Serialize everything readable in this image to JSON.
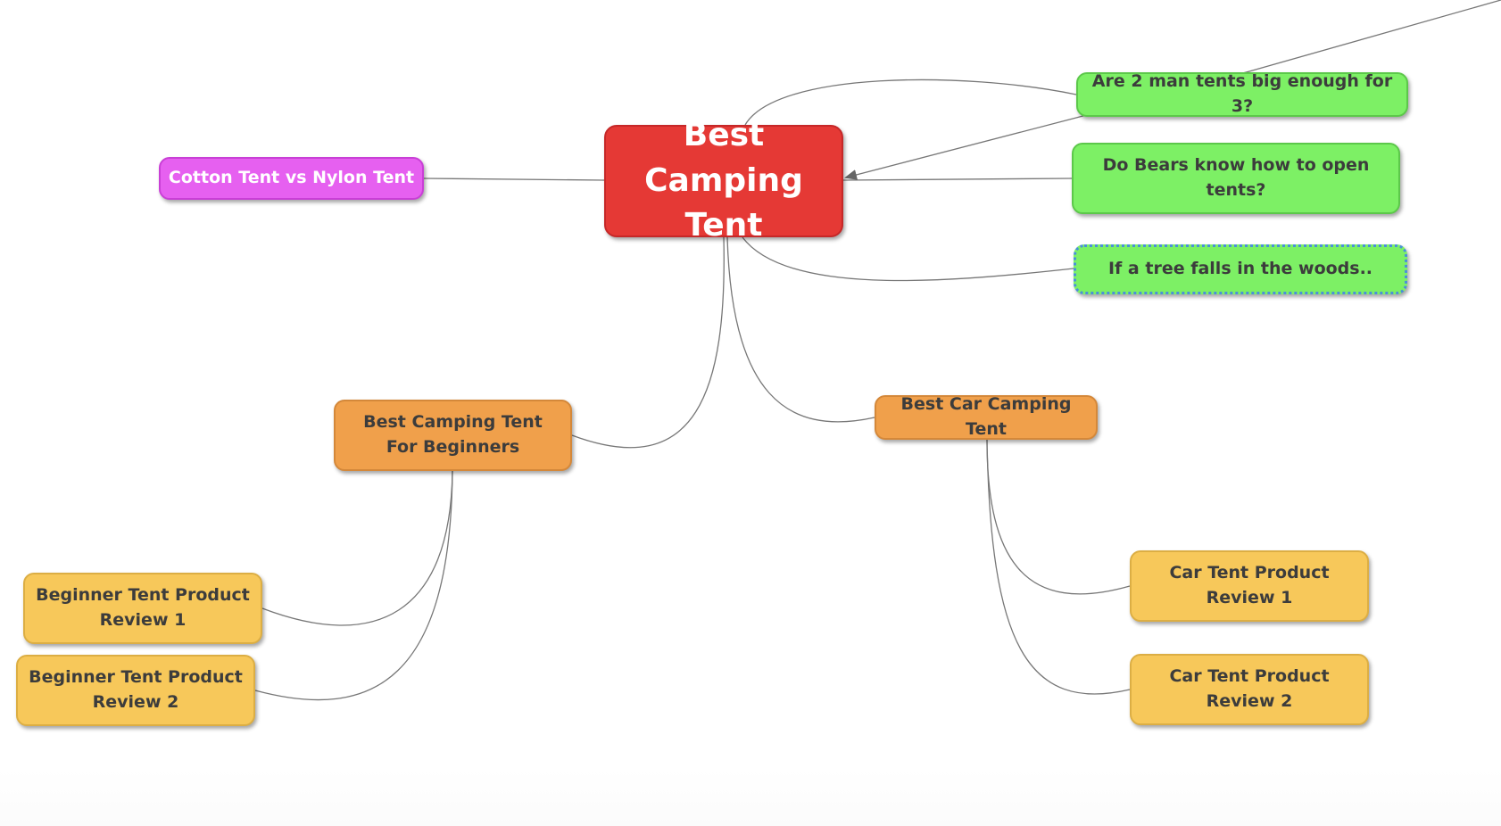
{
  "mindmap": {
    "central": {
      "label": "Best Camping Tent",
      "color": "#e53935"
    },
    "topics": [
      {
        "id": "cotton-nylon",
        "label": "Cotton Tent vs Nylon Tent",
        "color": "#e660f0"
      },
      {
        "id": "two-man",
        "label": "Are 2 man tents big enough for 3?",
        "color": "#7df065"
      },
      {
        "id": "bears",
        "label": "Do Bears know how to open tents?",
        "color": "#7df065"
      },
      {
        "id": "tree-falls",
        "label": "If a tree falls in the woods..",
        "color": "#7df065",
        "selected": true
      },
      {
        "id": "beginners",
        "label": "Best Camping Tent For Beginners",
        "color": "#f0a04b"
      },
      {
        "id": "car-camping",
        "label": "Best Car Camping Tent",
        "color": "#f0a04b"
      }
    ],
    "subtopics": [
      {
        "id": "beginner-review-1",
        "parent": "beginners",
        "label": "Beginner Tent Product Review 1",
        "color": "#f7c85a"
      },
      {
        "id": "beginner-review-2",
        "parent": "beginners",
        "label": "Beginner Tent Product Review 2",
        "color": "#f7c85a"
      },
      {
        "id": "car-review-1",
        "parent": "car-camping",
        "label": "Car Tent Product Review 1",
        "color": "#f7c85a"
      },
      {
        "id": "car-review-2",
        "parent": "car-camping",
        "label": "Car Tent Product Review 2",
        "color": "#f7c85a"
      }
    ]
  }
}
